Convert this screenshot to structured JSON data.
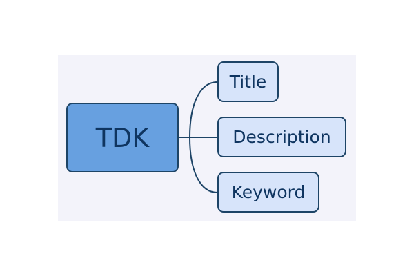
{
  "root": {
    "label": "TDK"
  },
  "children": [
    {
      "label": "Title"
    },
    {
      "label": "Description"
    },
    {
      "label": "Keyword"
    }
  ],
  "colors": {
    "root_fill": "#67a0e0",
    "child_fill": "#d7e4fa",
    "border": "#1d4466",
    "text": "#0f3560",
    "background": "#f3f3fa"
  }
}
